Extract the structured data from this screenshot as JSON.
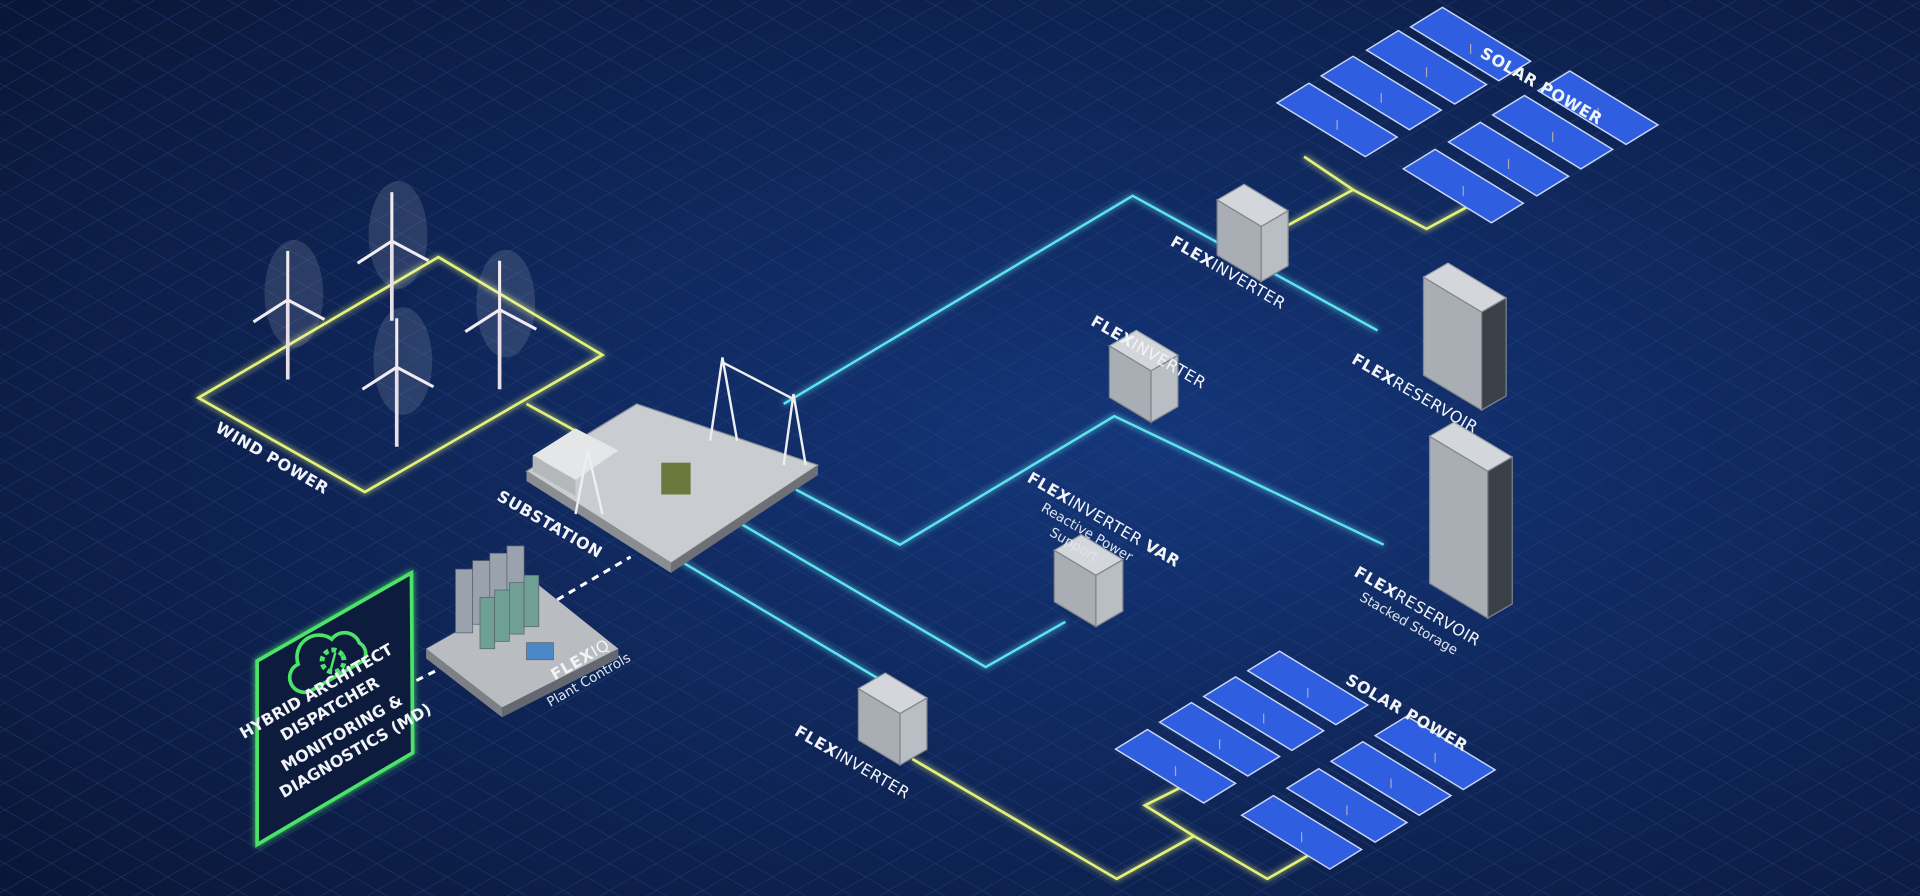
{
  "colors": {
    "background_top": "#0a1535",
    "background_bottom": "#123066",
    "grid": "#2a4680",
    "cyan_line": "#5fe3f0",
    "yellow_line": "#e3f07a",
    "green_box": "#4be36a",
    "panel": "#2f5fe0"
  },
  "labels": {
    "wind_power": "WIND POWER",
    "substation": "SUBSTATION",
    "solar_power_top": "SOLAR POWER",
    "solar_power_bottom": "SOLAR POWER",
    "inverter_top": {
      "bold": "FLEX",
      "rest": "INVERTER"
    },
    "inverter_mid": {
      "bold": "FLEX",
      "rest": "INVERTER"
    },
    "inverter_var": {
      "bold": "FLEX",
      "rest": "INVERTER ",
      "bold2": "VAR",
      "sub1": "Reactive Power",
      "sub2": "Support"
    },
    "inverter_bottom": {
      "bold": "FLEX",
      "rest": "INVERTER"
    },
    "reservoir": {
      "bold": "FLEX",
      "rest": "RESERVOIR"
    },
    "reservoir_stacked": {
      "bold": "FLEX",
      "rest": "RESERVOIR",
      "sub": "Stacked Storage"
    },
    "flexiq": {
      "bold": "FLEX",
      "rest": "IQ",
      "sub": "Plant Controls"
    }
  },
  "hybrid_box": {
    "icon": "cloud-gear-icon",
    "lines": [
      "HYBRID ARCHITECT",
      "DISPATCHER",
      "MONITORING &",
      "DIAGNOSTICS (MD)"
    ]
  }
}
